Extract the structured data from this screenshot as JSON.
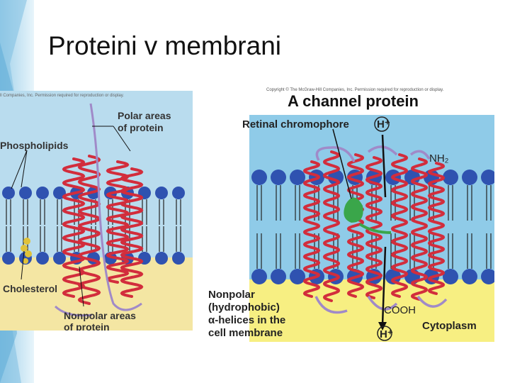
{
  "slide": {
    "title": "Proteini v membrani"
  },
  "left_figure": {
    "copyright": "ll Companies, Inc. Permission required for reproduction or display.",
    "label_polar": "Polar areas",
    "label_polar2": "of protein",
    "label_phospholipids": "Phospholipids",
    "label_cholesterol": "Cholesterol",
    "label_nonpolar": "Nonpolar areas",
    "label_nonpolar2": "of protein"
  },
  "right_figure": {
    "copyright": "Copyright © The McGraw-Hill Companies, Inc. Permission required for reproduction or display.",
    "title": "A channel protein",
    "label_retinal": "Retinal chromophore",
    "label_h_top": "H⁺",
    "label_nh2": "NH₂",
    "label_nonpolar_1": "Nonpolar",
    "label_nonpolar_2": "(hydrophobic)",
    "label_nonpolar_3": "α-helices in the",
    "label_nonpolar_4": "cell membrane",
    "label_cooh": "COOH",
    "label_cytoplasm": "Cytoplasm",
    "label_h_bottom": "H⁺"
  },
  "colors": {
    "extracellular": "#b9dcee",
    "cytoplasm": "#f4e6a3",
    "right_extracellular": "#8fcbe8",
    "right_cytoplasm": "#f7ef82",
    "lipid_head": "#2f52b0",
    "helix": "#d22d3c",
    "loop": "#a08ac8",
    "chromophore": "#3aa64a",
    "cholesterol": "#e0c23a"
  }
}
